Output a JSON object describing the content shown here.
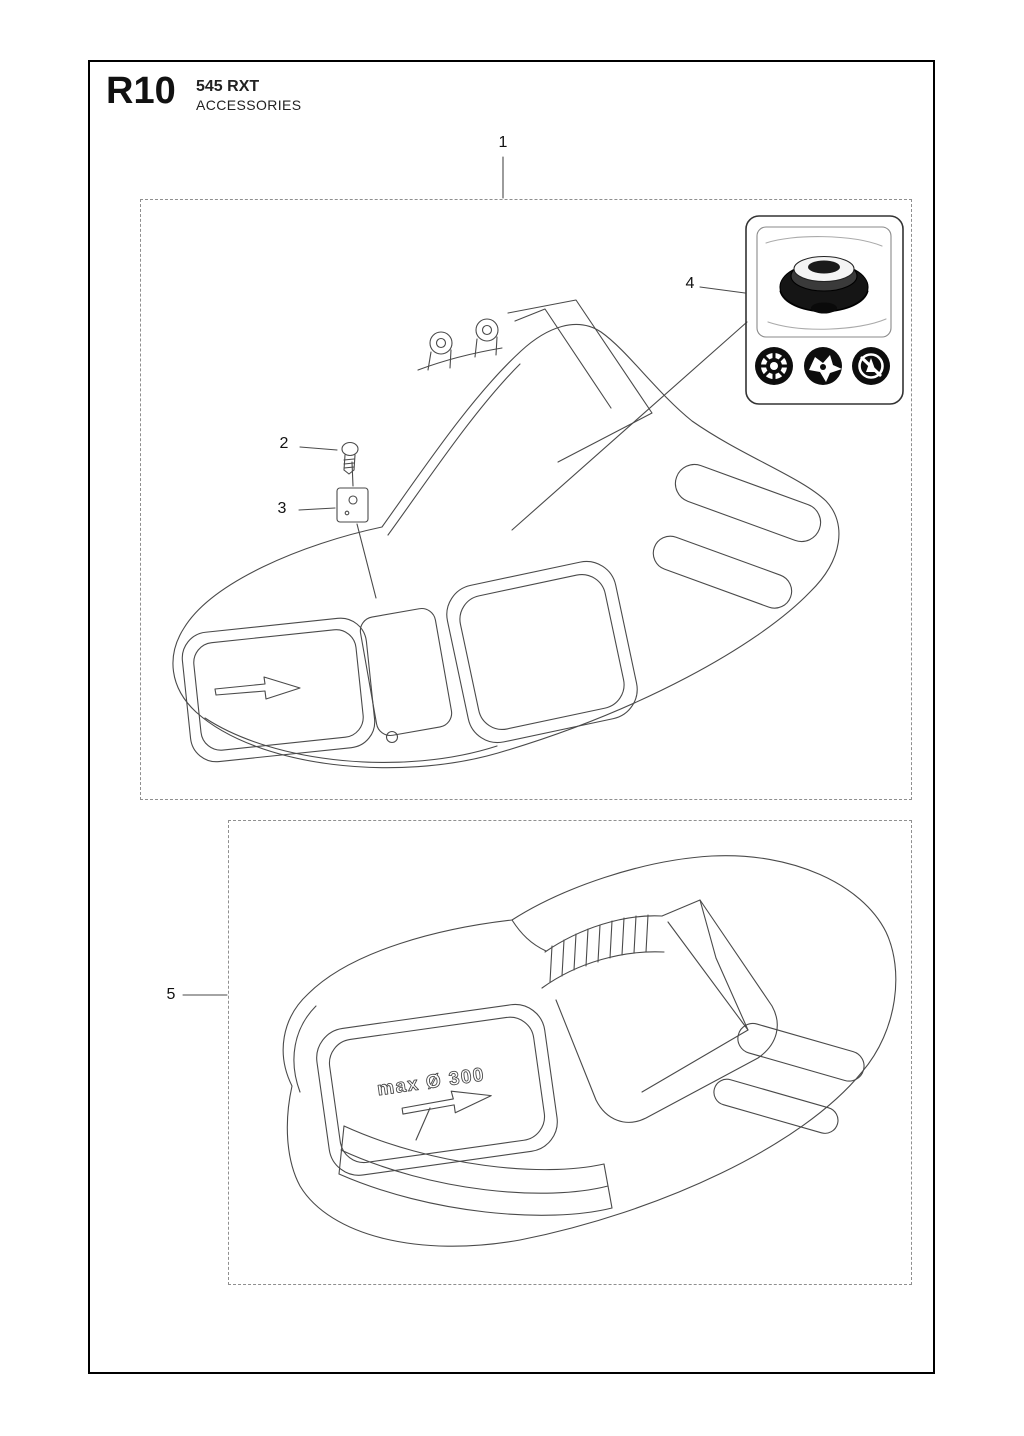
{
  "header": {
    "section_code": "R10",
    "model": "545 RXT",
    "section_title": "ACCESSORIES"
  },
  "callouts": {
    "part1": "1",
    "part2": "2",
    "part3": "3",
    "part4": "4",
    "part5": "5"
  },
  "drawing": {
    "max_diameter_label": "max Ø 300"
  },
  "colors": {
    "line": "#4a4a4a",
    "frame": "#000000",
    "dashed_box": "#8f8f8f",
    "icon_fill": "#0d0d0d"
  }
}
